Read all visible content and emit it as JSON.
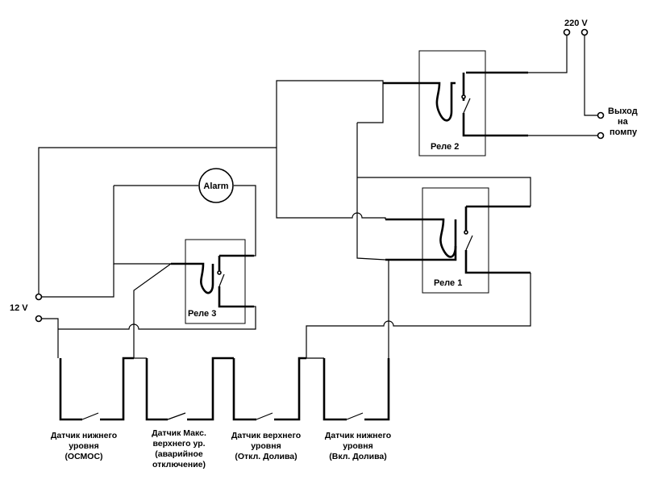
{
  "voltage": {
    "high": "220 V",
    "low": "12 V"
  },
  "pump_output": {
    "line1": "Выход",
    "line2": "на",
    "line3": "помпу"
  },
  "relays": {
    "r1": "Реле 1",
    "r2": "Реле 2",
    "r3": "Реле 3"
  },
  "alarm": "Alarm",
  "sensors": [
    {
      "lines": [
        "Датчик нижнего",
        "уровня",
        "(ОСМОС)"
      ]
    },
    {
      "lines": [
        "Датчик Макс.",
        "верхнего ур.",
        "(аварийное",
        "отключение)"
      ]
    },
    {
      "lines": [
        "Датчик верхнего",
        "уровня",
        "(Откл. Долива)"
      ]
    },
    {
      "lines": [
        "Датчик нижнего",
        "уровня",
        "(Вкл. Долива)"
      ]
    }
  ]
}
